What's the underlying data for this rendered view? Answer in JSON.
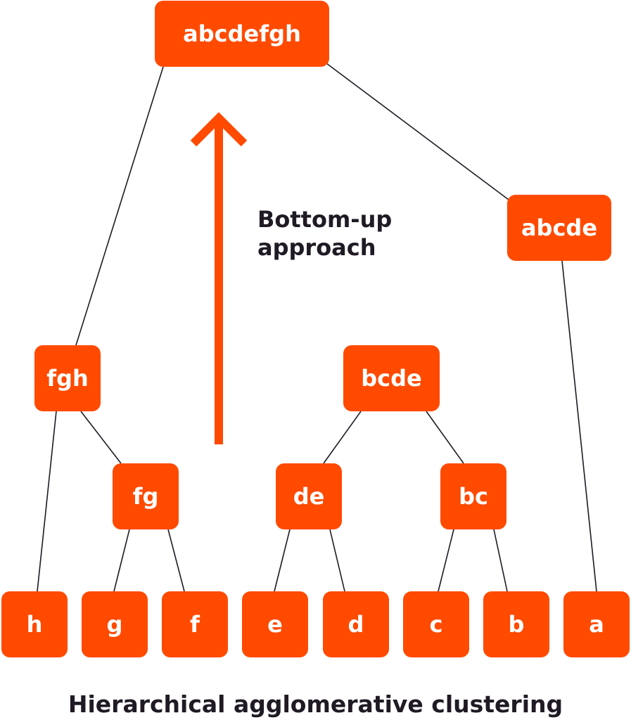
{
  "diagram": {
    "title": "Hierarchical agglomerative clustering",
    "arrow_label": [
      "Bottom-up",
      "approach"
    ],
    "colors": {
      "node_fill": "#ff4a00",
      "node_text": "#ffffff",
      "edge": "#1f1a24",
      "arrow": "#ff4a00",
      "label_text": "#1f1a24"
    },
    "nodes": {
      "root": "abcdefgh",
      "abcde": "abcde",
      "fgh": "fgh",
      "bcde": "bcde",
      "fg": "fg",
      "de": "de",
      "bc": "bc",
      "h": "h",
      "g": "g",
      "f": "f",
      "e": "e",
      "d": "d",
      "c": "c",
      "b": "b",
      "a": "a"
    },
    "edges": [
      [
        "root",
        "fgh"
      ],
      [
        "root",
        "abcde"
      ],
      [
        "fgh",
        "h"
      ],
      [
        "fgh",
        "fg"
      ],
      [
        "fg",
        "g"
      ],
      [
        "fg",
        "f"
      ],
      [
        "bcde",
        "de"
      ],
      [
        "bcde",
        "bc"
      ],
      [
        "de",
        "e"
      ],
      [
        "de",
        "d"
      ],
      [
        "bc",
        "c"
      ],
      [
        "bc",
        "b"
      ],
      [
        "abcde",
        "a"
      ]
    ]
  }
}
